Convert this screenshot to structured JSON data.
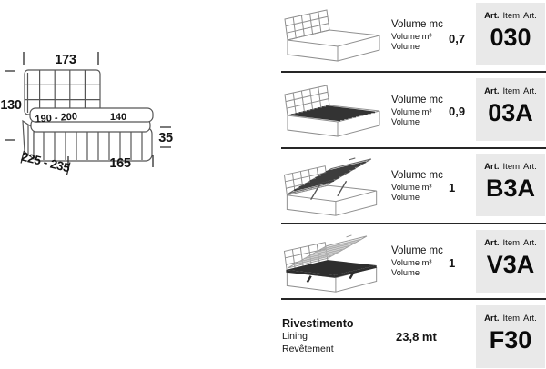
{
  "colors": {
    "art_box_bg": "#e9e9e9",
    "divider": "#262626",
    "line_art": "#8f8f8f",
    "diagram_line": "#565656",
    "slat_dark": "#333333"
  },
  "diagram": {
    "headboard_width": "173",
    "overall_height": "130",
    "sleeping_length": "190 - 200",
    "sleeping_width": "140",
    "base_height": "35",
    "overall_depth": "225 - 235",
    "overall_width": "165"
  },
  "art_header": {
    "first": "Art.",
    "second": "Item",
    "third": "Art."
  },
  "rows": [
    {
      "code": "030",
      "value": "0,7",
      "label_1": "Volume mc",
      "label_2": "Volume m³",
      "label_3": "Volume"
    },
    {
      "code": "03A",
      "value": "0,9",
      "label_1": "Volume mc",
      "label_2": "Volume m³",
      "label_3": "Volume"
    },
    {
      "code": "B3A",
      "value": "1",
      "label_1": "Volume mc",
      "label_2": "Volume m³",
      "label_3": "Volume"
    },
    {
      "code": "V3A",
      "value": "1",
      "label_1": "Volume mc",
      "label_2": "Volume m³",
      "label_3": "Volume"
    },
    {
      "code": "F30",
      "value": "23,8 mt",
      "label_1": "Rivestimento",
      "label_2": "Lining",
      "label_3": "Revêtement"
    }
  ]
}
